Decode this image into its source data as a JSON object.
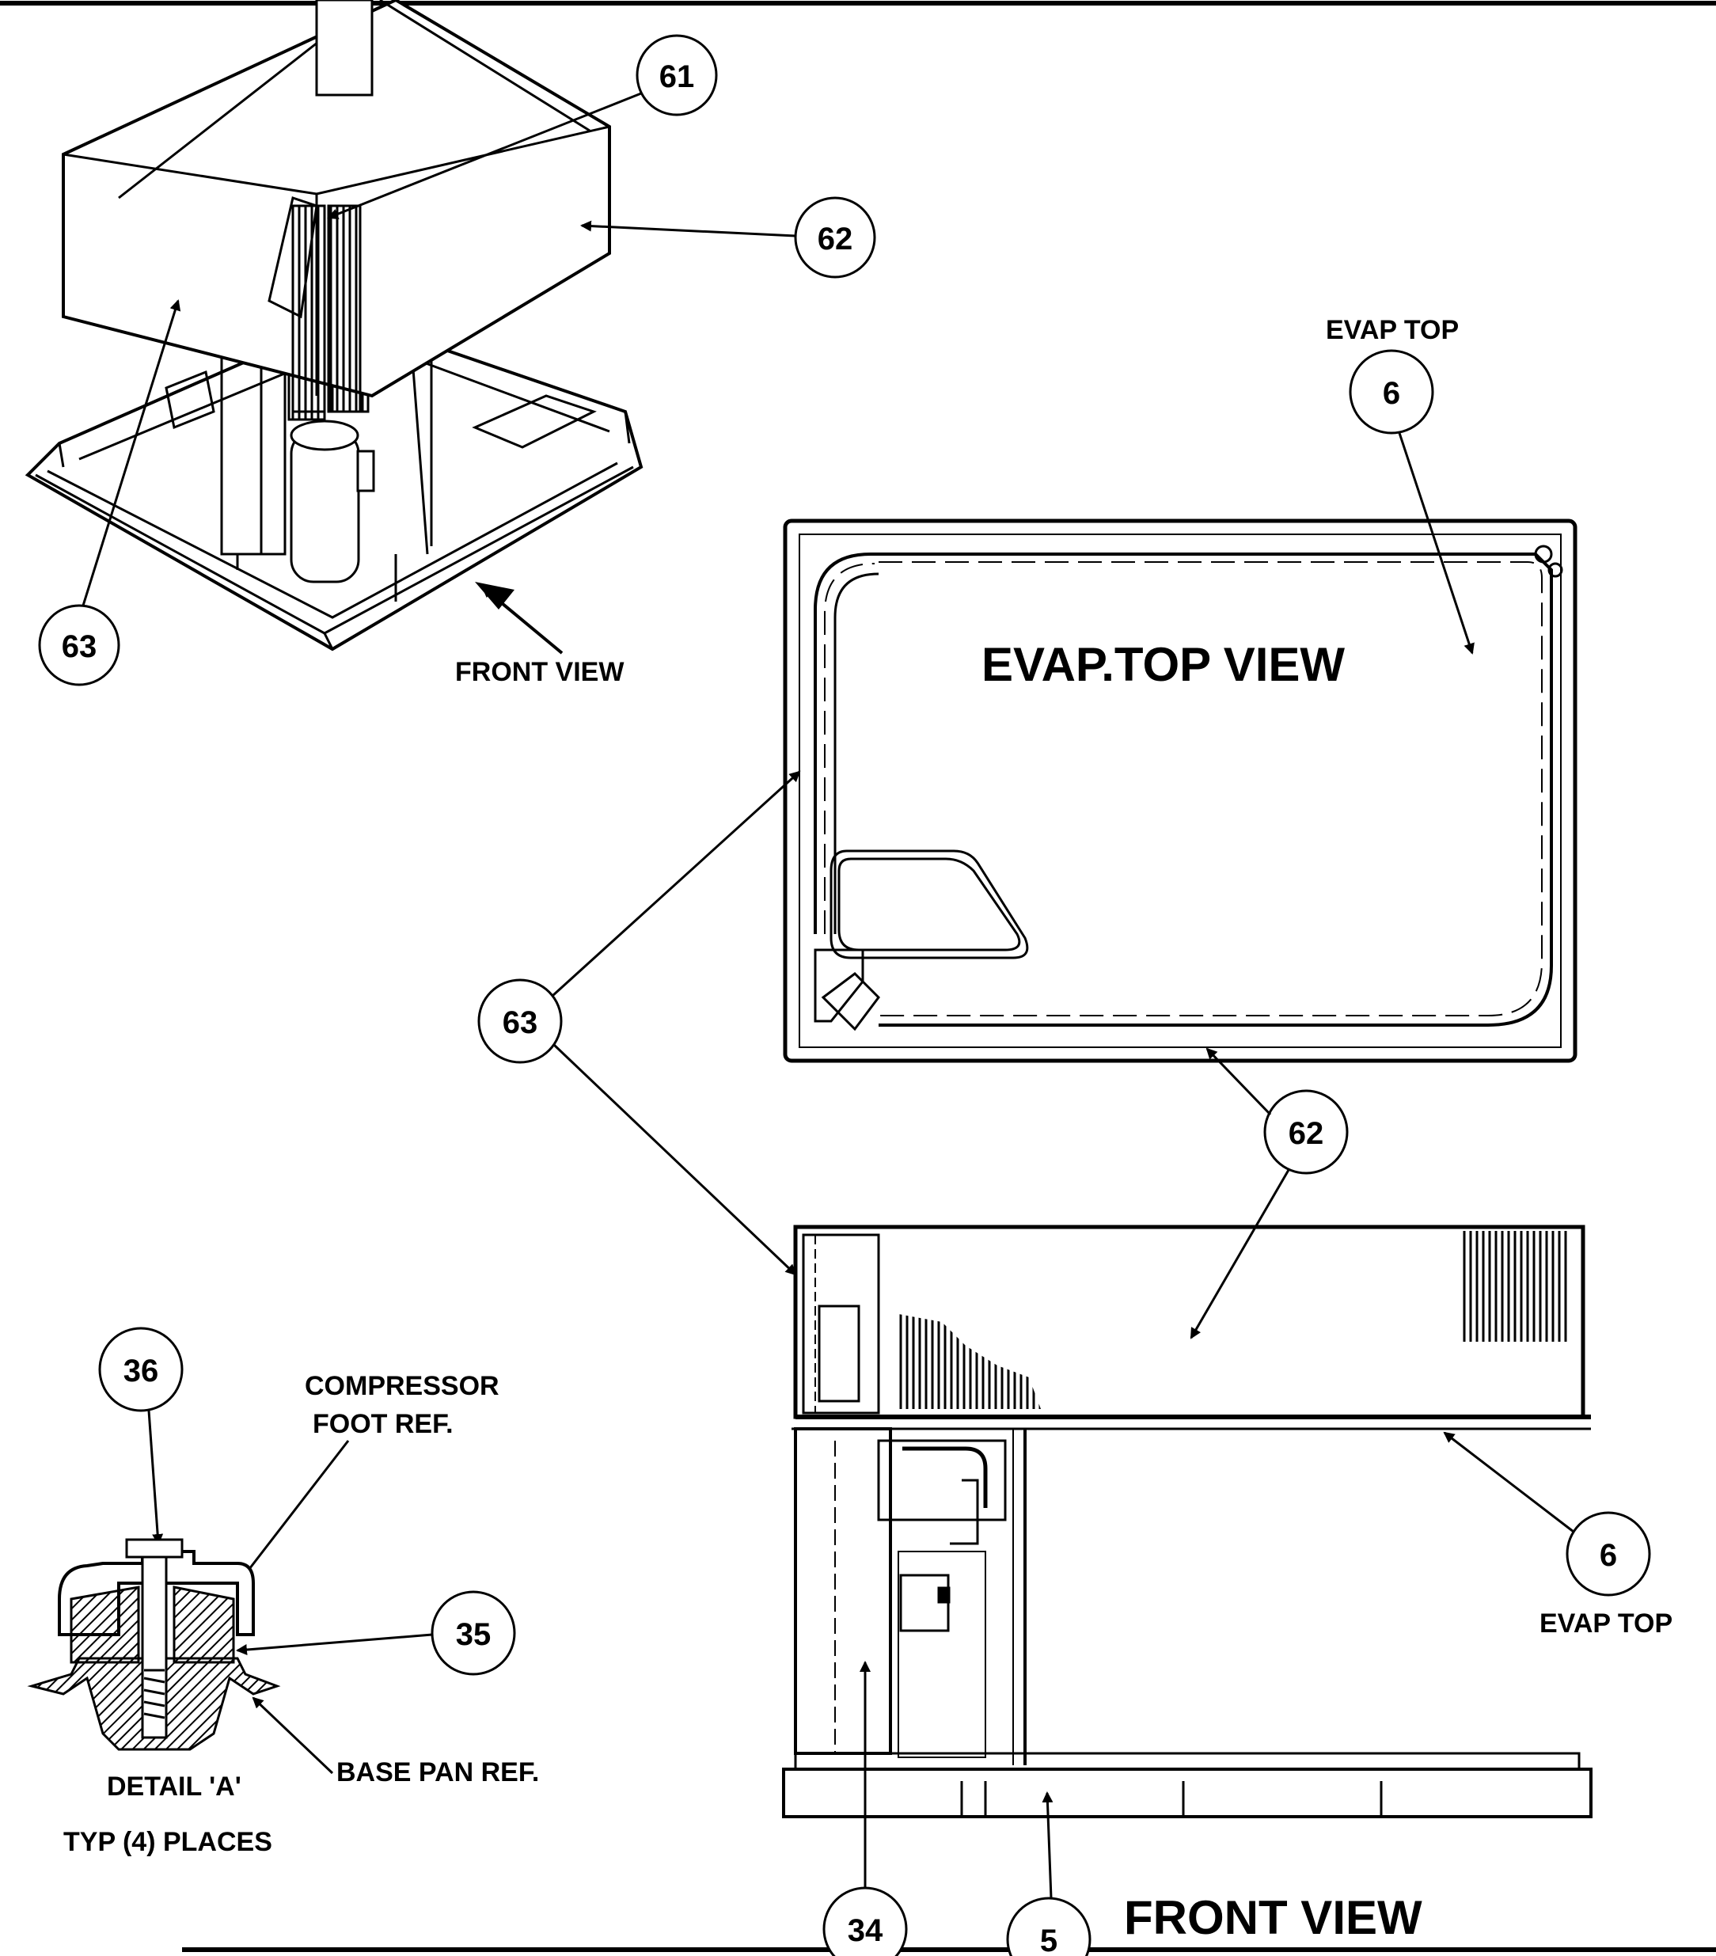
{
  "callouts": {
    "c61": "61",
    "c62_top": "62",
    "c63_top": "63",
    "c6_top": "6",
    "c63_mid": "63",
    "c62_mid": "62",
    "c6_bottom": "6",
    "c36": "36",
    "c35": "35",
    "c34": "34",
    "c5": "5"
  },
  "labels": {
    "front_view_small": "FRONT VIEW",
    "evap_top_upper": "EVAP TOP",
    "evap_top_view": "EVAP.TOP VIEW",
    "evap_top_lower": "EVAP TOP",
    "compressor_foot_ref_1": "COMPRESSOR",
    "compressor_foot_ref_2": "FOOT REF.",
    "base_pan_ref": "BASE PAN REF.",
    "detail_a": "DETAIL 'A'",
    "typ_places": "TYP (4) PLACES",
    "front_view_large": "FRONT VIEW"
  }
}
